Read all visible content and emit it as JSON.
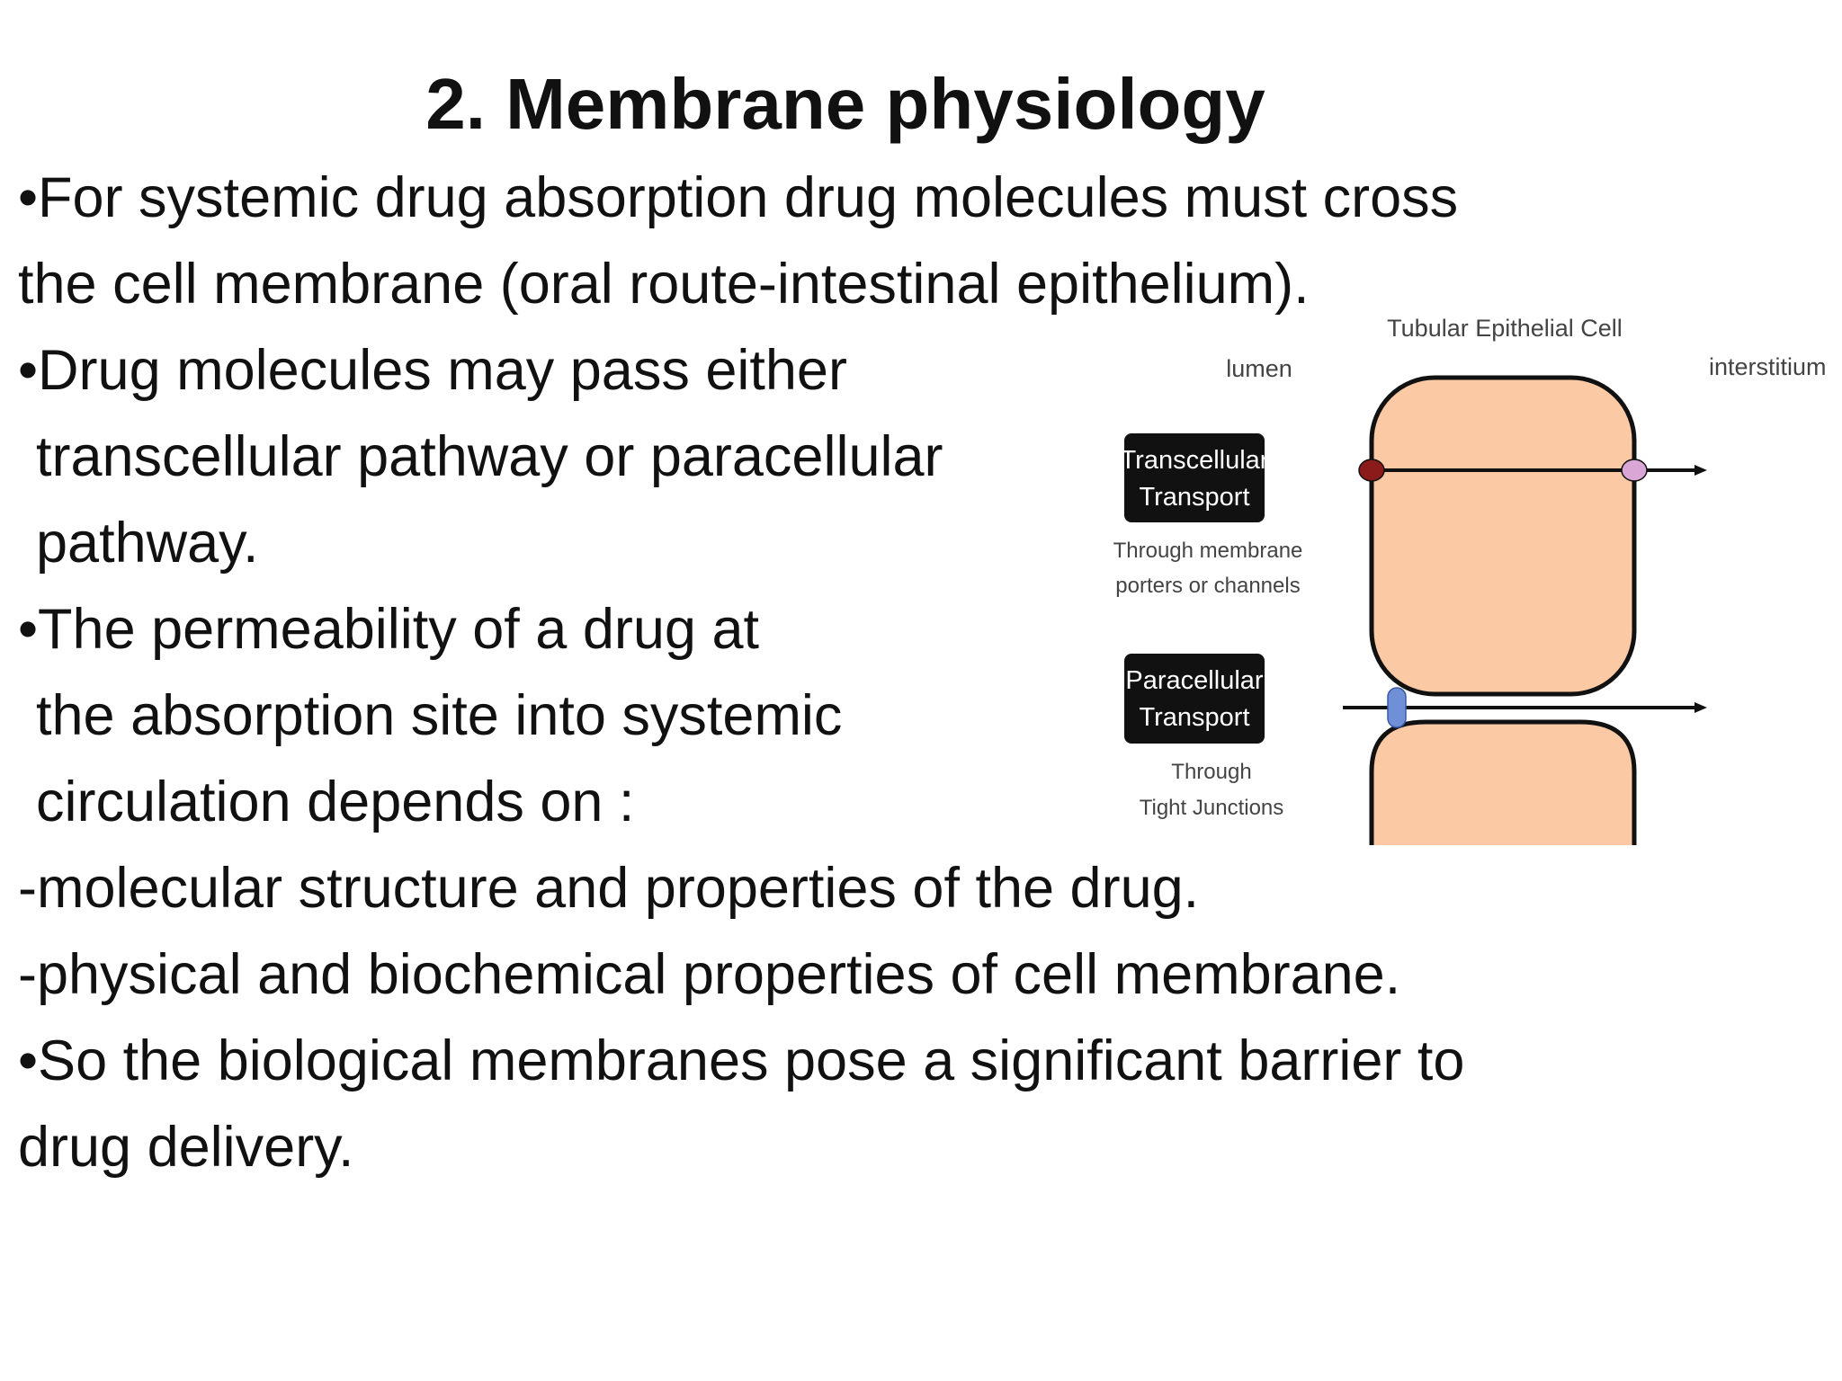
{
  "title": "2. Membrane physiology",
  "lines": [
    "•For systemic drug  absorption drug molecules must cross",
    "the cell membrane (oral route-intestinal epithelium).",
    "•Drug molecules may pass either",
    " transcellular pathway or paracellular",
    " pathway.",
    "•The permeability of a drug at",
    " the absorption site into systemic",
    " circulation depends on :",
    "-molecular structure and properties of the drug.",
    "-physical and biochemical properties of cell membrane.",
    "•So the biological membranes pose a significant barrier to",
    "drug delivery."
  ],
  "diagram": {
    "cell_label": "Tubular Epithelial Cell",
    "lumen_label": "lumen",
    "interstitium_label": "interstitium",
    "transcellular": {
      "title_line1": "Transcellular",
      "title_line2": "Transport",
      "desc_line1": "Through membrane",
      "desc_line2": "porters or channels"
    },
    "paracellular": {
      "title_line1": "Paracellular",
      "title_line2": "Transport",
      "desc_line1": "Through",
      "desc_line2": "Tight Junctions"
    },
    "colors": {
      "cell_fill": "#fbc9a4",
      "outline": "#111111",
      "entry_porter": "#8b1a1a",
      "exit_porter": "#d9a6d6",
      "tight_junction": "#6f8fd6",
      "label_box": "#111111",
      "label_text": "#ffffff"
    }
  }
}
